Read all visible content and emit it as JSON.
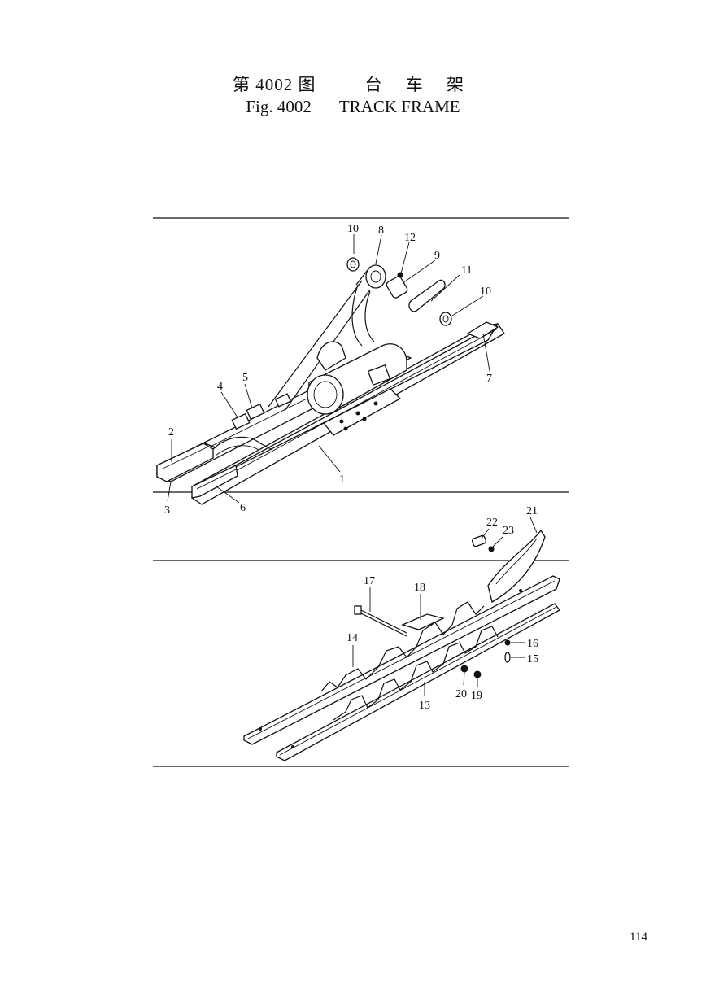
{
  "header": {
    "figure_cn": "第 4002 图",
    "title_cn": "台 车 架",
    "figure_en": "Fig. 4002",
    "title_en": "TRACK FRAME"
  },
  "callouts": {
    "c1": "1",
    "c2": "2",
    "c3": "3",
    "c4": "4",
    "c5": "5",
    "c6": "6",
    "c7": "7",
    "c8": "8",
    "c9": "9",
    "c10a": "10",
    "c10b": "10",
    "c11": "11",
    "c12": "12",
    "c13": "13",
    "c14": "14",
    "c15": "15",
    "c16": "16",
    "c17": "17",
    "c18": "18",
    "c19": "19",
    "c20": "20",
    "c21": "21",
    "c22": "22",
    "c23": "23"
  },
  "page_number": "114"
}
